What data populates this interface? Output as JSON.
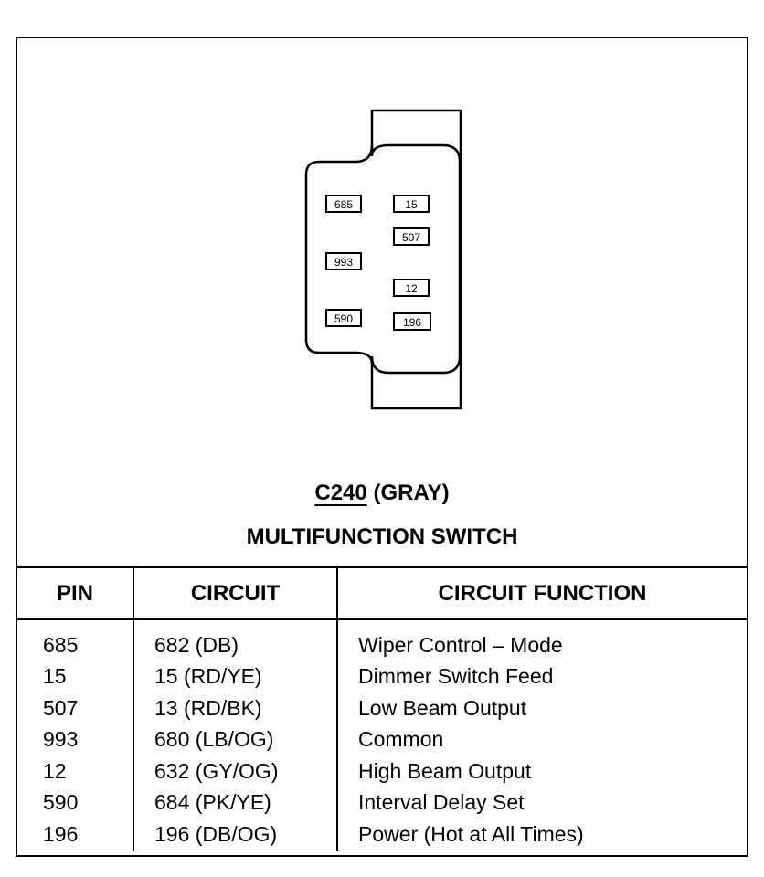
{
  "connector": {
    "code": "C240",
    "color_label": "(GRAY)",
    "name": "MULTIFUNCTION SWITCH",
    "pin_labels": [
      "685",
      "15",
      "507",
      "993",
      "12",
      "590",
      "196"
    ]
  },
  "table": {
    "headers": [
      "PIN",
      "CIRCUIT",
      "CIRCUIT FUNCTION"
    ],
    "rows": [
      [
        "685",
        "682 (DB)",
        "Wiper Control – Mode"
      ],
      [
        "15",
        "15 (RD/YE)",
        "Dimmer Switch Feed"
      ],
      [
        "507",
        "13 (RD/BK)",
        "Low Beam Output"
      ],
      [
        "993",
        "680 (LB/OG)",
        "Common"
      ],
      [
        "12",
        "632 (GY/OG)",
        "High Beam Output"
      ],
      [
        "590",
        "684 (PK/YE)",
        "Interval Delay Set"
      ],
      [
        "196",
        "196 (DB/OG)",
        "Power (Hot at All Times)"
      ]
    ]
  }
}
